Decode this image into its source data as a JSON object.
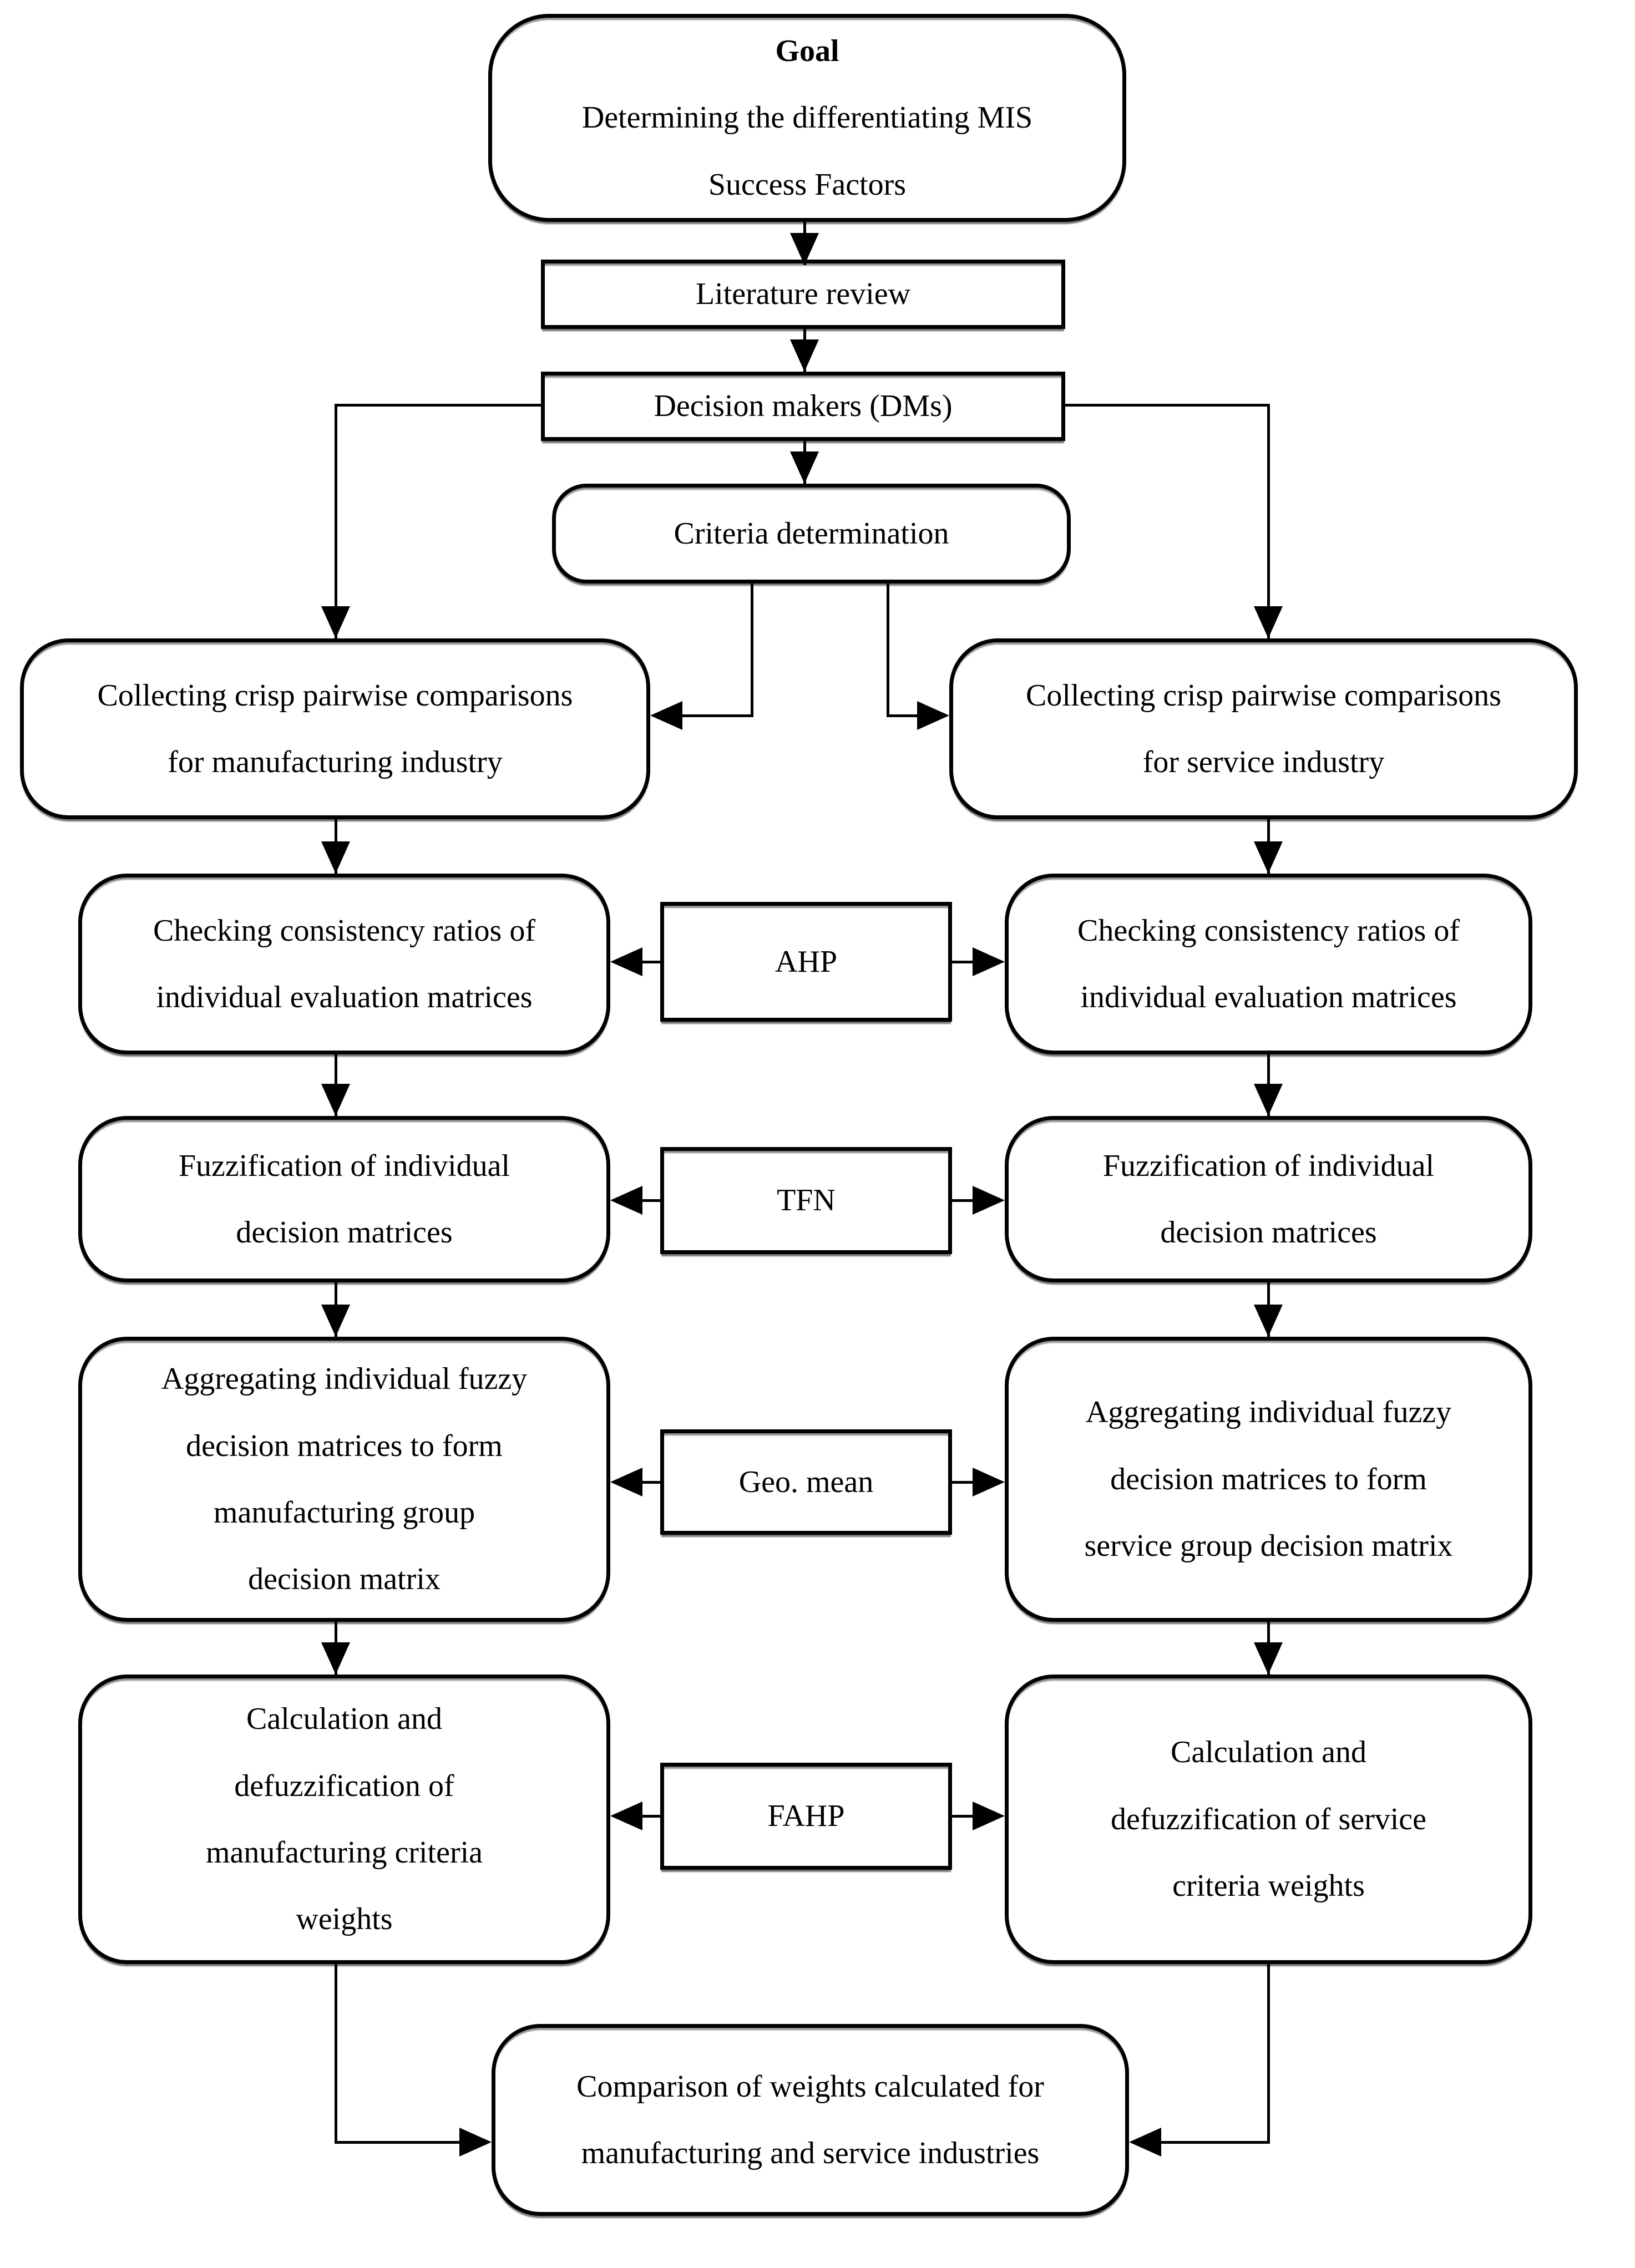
{
  "figure": {
    "type": "flowchart",
    "background_color": "#ffffff",
    "stroke_color": "#000000",
    "nodes": {
      "goal": {
        "title": "Goal",
        "body": [
          "Determining the differentiating MIS",
          "Success Factors"
        ]
      },
      "literature_review": {
        "label": "Literature review"
      },
      "decision_makers": {
        "label": "Decision makers (DMs)"
      },
      "criteria_determination": {
        "label": "Criteria determination"
      },
      "collect_manufacturing": {
        "label": [
          "Collecting crisp pairwise comparisons",
          "for manufacturing industry"
        ]
      },
      "collect_service": {
        "label": [
          "Collecting crisp pairwise comparisons",
          "for service industry"
        ]
      },
      "check_consistency_manufacturing": {
        "label": [
          "Checking consistency ratios of",
          "individual evaluation matrices"
        ]
      },
      "check_consistency_service": {
        "label": [
          "Checking consistency ratios of",
          "individual evaluation matrices"
        ]
      },
      "ahp": {
        "label": "AHP"
      },
      "fuzzification_manufacturing": {
        "label": [
          "Fuzzification of individual",
          "decision matrices"
        ]
      },
      "fuzzification_service": {
        "label": [
          "Fuzzification of individual",
          "decision matrices"
        ]
      },
      "tfn": {
        "label": "TFN"
      },
      "aggregate_manufacturing": {
        "label": [
          "Aggregating individual fuzzy",
          "decision matrices to form",
          "manufacturing group",
          "decision matrix"
        ]
      },
      "aggregate_service": {
        "label": [
          "Aggregating individual fuzzy",
          "decision matrices to form",
          "service group decision matrix"
        ]
      },
      "geo_mean": {
        "label": "Geo. mean"
      },
      "calculation_manufacturing": {
        "label": [
          "Calculation and",
          "defuzzification of",
          "manufacturing criteria",
          "weights"
        ]
      },
      "calculation_service": {
        "label": [
          "Calculation and",
          "defuzzification of service",
          "criteria weights"
        ]
      },
      "fahp": {
        "label": "FAHP"
      },
      "comparison": {
        "label": [
          "Comparison of weights calculated for",
          "manufacturing and service industries"
        ]
      }
    }
  }
}
